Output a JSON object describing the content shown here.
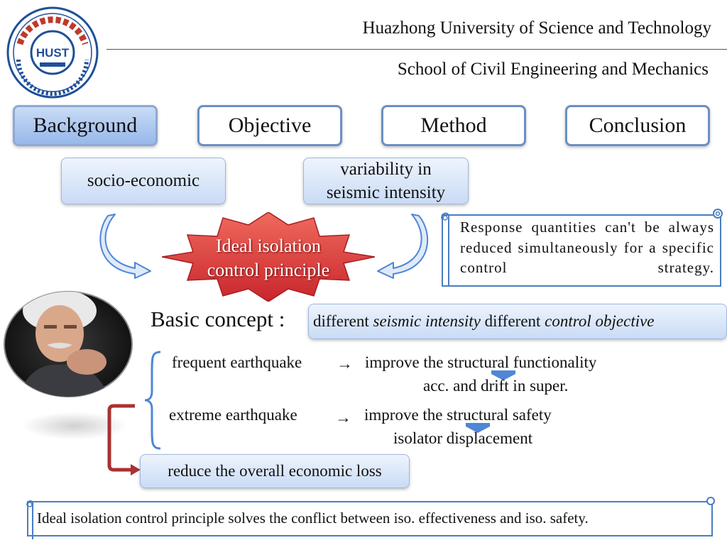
{
  "header": {
    "university": "Huazhong University of Science and Technology",
    "school": "School of Civil Engineering and Mechanics"
  },
  "logo": {
    "icon": "university-seal-icon",
    "center_text": "HUST"
  },
  "nav": {
    "tabs": [
      {
        "label": "Background",
        "active": true
      },
      {
        "label": "Objective",
        "active": false
      },
      {
        "label": "Method",
        "active": false
      },
      {
        "label": "Conclusion",
        "active": false
      }
    ]
  },
  "boxes": {
    "socio": "socio-economic",
    "variability_line1": "variability in",
    "variability_line2": "seismic intensity",
    "response": "Response quantities can't be always reduced simultaneously for a specific control strategy.",
    "principle_line1": "Ideal isolation",
    "principle_line2": "control principle"
  },
  "concept": {
    "label": "Basic concept :",
    "part1": "different ",
    "part2": "seismic intensity",
    "part3": " different ",
    "part4": "control objective"
  },
  "rows": {
    "frequent": "frequent earthquake",
    "frequent_goal": "improve the structural functionality",
    "frequent_detail": "acc. and drift in super.",
    "extreme": "extreme earthquake",
    "extreme_goal": "improve the structural safety",
    "extreme_detail": "isolator displacement",
    "arrow_glyph": "→"
  },
  "reduce": "reduce the overall economic loss",
  "conclusion": "Ideal isolation control principle solves the conflict between iso. effectiveness and iso. safety.",
  "colors": {
    "tab_border": "#6b8fc4",
    "tab_active": "#97b8ea",
    "burst_red": "#d8373a",
    "scroll_border": "#4a7cc2",
    "arrow_blue": "#4f86d6",
    "elbow_red": "#a93232"
  },
  "portrait": {
    "icon": "einstein-portrait-icon"
  }
}
